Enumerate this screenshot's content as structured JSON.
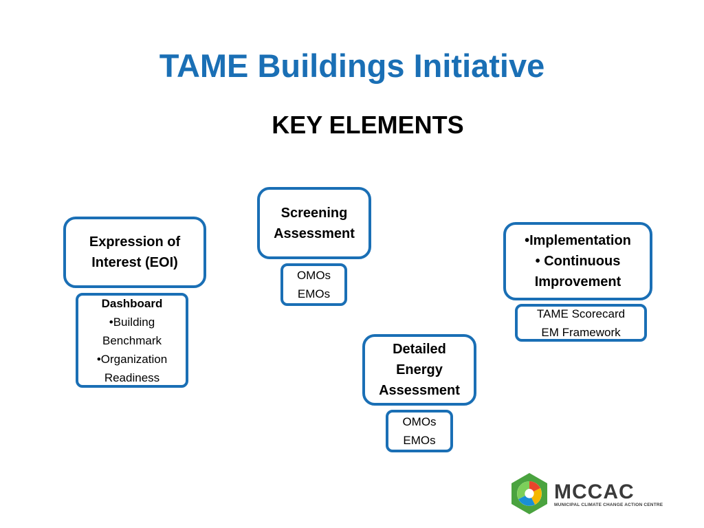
{
  "slide": {
    "title": "TAME Buildings Initiative",
    "subtitle": "KEY ELEMENTS"
  },
  "diagram": {
    "eoi": {
      "line1": "Expression of",
      "line2": "Interest (EOI)"
    },
    "eoi_detail": {
      "heading": "Dashboard",
      "line1": "•Building",
      "line2": "Benchmark",
      "line3": "•Organization",
      "line4": "Readiness"
    },
    "screening": {
      "line1": "Screening",
      "line2": "Assessment"
    },
    "screening_detail": {
      "line1": "OMOs",
      "line2": "EMOs"
    },
    "detailed": {
      "line1": "Detailed",
      "line2": "Energy",
      "line3": "Assessment"
    },
    "detailed_detail": {
      "line1": "OMOs",
      "line2": "EMOs"
    },
    "implementation": {
      "line1": "•Implementation",
      "line2": "• Continuous",
      "line3": "Improvement"
    },
    "implementation_detail": {
      "line1": "TAME Scorecard",
      "line2": "EM Framework"
    }
  },
  "logo": {
    "name": "MCCAC",
    "tagline": "MUNICIPAL CLIMATE CHANGE ACTION CENTRE",
    "hexagon_color": "#4aa33f",
    "accent_colors": [
      "#e8452b",
      "#f5b700",
      "#1a8fd6"
    ]
  },
  "theme": {
    "title_color": "#1a6fb5",
    "border_color": "#1a6fb5"
  }
}
